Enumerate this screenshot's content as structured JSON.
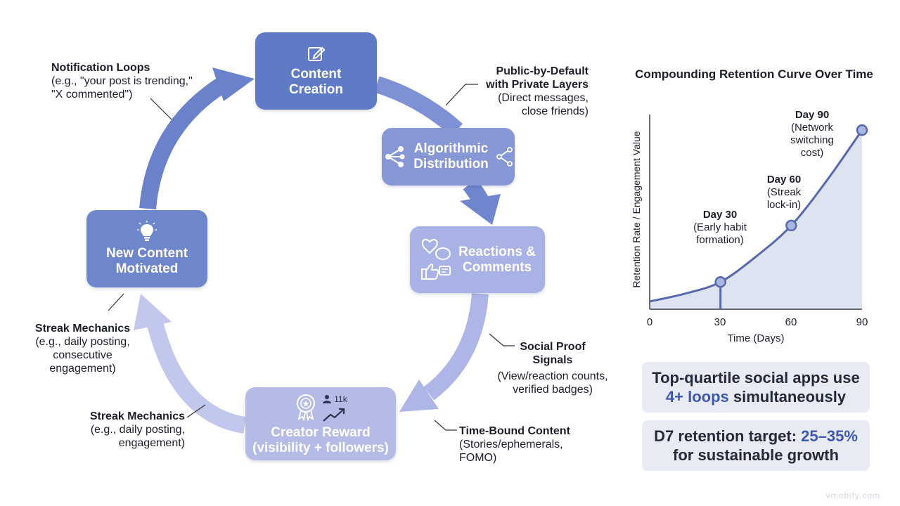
{
  "diagram": {
    "nodes": {
      "content_creation": {
        "line1": "Content",
        "line2": "Creation",
        "icon": "edit-icon"
      },
      "algorithmic_distribution": {
        "line1": "Algorithmic",
        "line2": "Distribution",
        "icon": "share-network-icon"
      },
      "reactions_comments": {
        "line1": "Reactions &",
        "line2": "Comments",
        "icon": "reactions-icon"
      },
      "creator_reward": {
        "line1": "Creator Reward",
        "line2": "(visibility + followers)",
        "icon": "award-badge-icon",
        "badge": "11k"
      },
      "new_content_motivated": {
        "line1": "New Content",
        "line2": "Motivated",
        "icon": "lightbulb-icon"
      }
    },
    "annotations": {
      "notification_loops": {
        "title": "Notification Loops",
        "desc1": "(e.g., \"your post is trending,\"",
        "desc2": "\"X commented\")"
      },
      "public_by_default": {
        "title1": "Public-by-Default",
        "title2": "with Private Layers",
        "desc1": "(Direct messages,",
        "desc2": "close friends)"
      },
      "social_proof": {
        "title1": "Social Proof",
        "title2": "Signals",
        "desc1": "(View/reaction counts,",
        "desc2": "verified badges)"
      },
      "time_bound": {
        "title": "Time-Bound Content",
        "desc1": "(Stories/ephemerals,",
        "desc2": "FOMO)"
      },
      "streak_upper": {
        "title": "Streak Mechanics",
        "desc1": "(e.g., daily posting,",
        "desc2": "consecutive",
        "desc3": "engagement)"
      },
      "streak_lower": {
        "title": "Streak Mechanics",
        "desc1": "(e.g., daily posting,",
        "desc2": "engagement)"
      }
    }
  },
  "chart_data": {
    "type": "line",
    "title": "Compounding Retention Curve Over Time",
    "xlabel": "Time (Days)",
    "ylabel": "Retention Rate / Engagement Value",
    "x_ticks": [
      "0",
      "30",
      "60",
      "90"
    ],
    "xlim": [
      0,
      90
    ],
    "ylim": [
      0,
      1
    ],
    "y_tick_labels": false,
    "grid": false,
    "legend": "none",
    "series": [
      {
        "x": [
          0,
          15,
          30,
          45,
          60,
          75,
          90
        ],
        "y": [
          0.04,
          0.08,
          0.14,
          0.27,
          0.43,
          0.66,
          0.92
        ]
      }
    ],
    "milestones": [
      {
        "x": 30,
        "y": 0.14,
        "label": "Day 30",
        "desc1": "(Early habit",
        "desc2": "formation)"
      },
      {
        "x": 60,
        "y": 0.43,
        "label": "Day 60",
        "desc1": "(Streak",
        "desc2": "lock-in)"
      },
      {
        "x": 90,
        "y": 0.92,
        "label": "Day 90",
        "desc1": "(Network",
        "desc2": "switching",
        "desc3": "cost)"
      }
    ],
    "colors": {
      "line": "#5669ad",
      "fill": "#d3daee",
      "marker": "#aab6e2"
    }
  },
  "callouts": {
    "top_quartile": {
      "pre": "Top-quartile social apps use",
      "accent": "4+ loops",
      "post": " simultaneously"
    },
    "d7_target": {
      "pre": "D7 retention target: ",
      "accent": "25–35%",
      "post": "for sustainable growth"
    }
  },
  "watermark": "vmobify.com",
  "colors": {
    "node_dark": "#5f7bc6",
    "node_mid": "#8796d5",
    "node_light": "#b4bbe6",
    "accent_text": "#3e58b0",
    "callout_bg": "#e8ebf4"
  }
}
